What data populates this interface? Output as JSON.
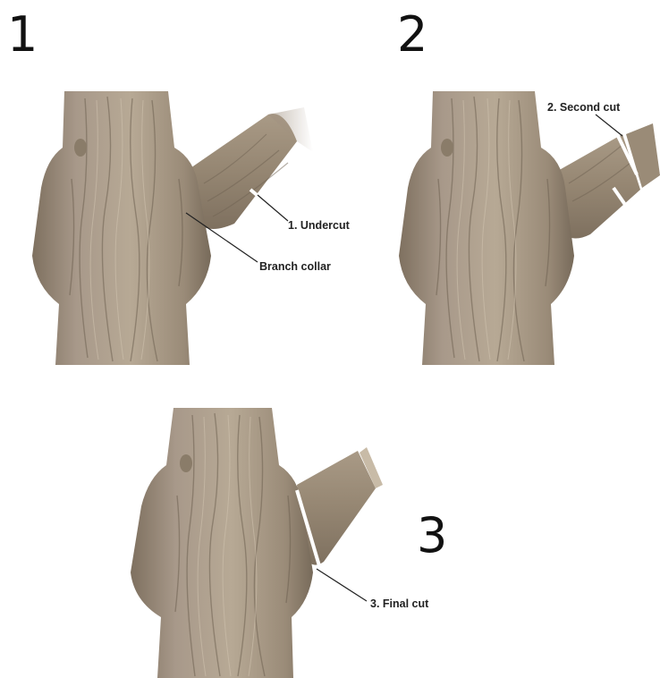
{
  "steps": {
    "one": "1",
    "two": "2",
    "three": "3"
  },
  "labels": {
    "undercut": "1. Undercut",
    "branch_collar": "Branch collar",
    "second_cut": "2. Second cut",
    "final_cut": "3. Final cut"
  },
  "colors": {
    "bark_light": "#b3a591",
    "bark_mid": "#9c8d79",
    "bark_dark": "#7b6d5c",
    "cut_line": "#ffffff",
    "leader": "#222222"
  }
}
